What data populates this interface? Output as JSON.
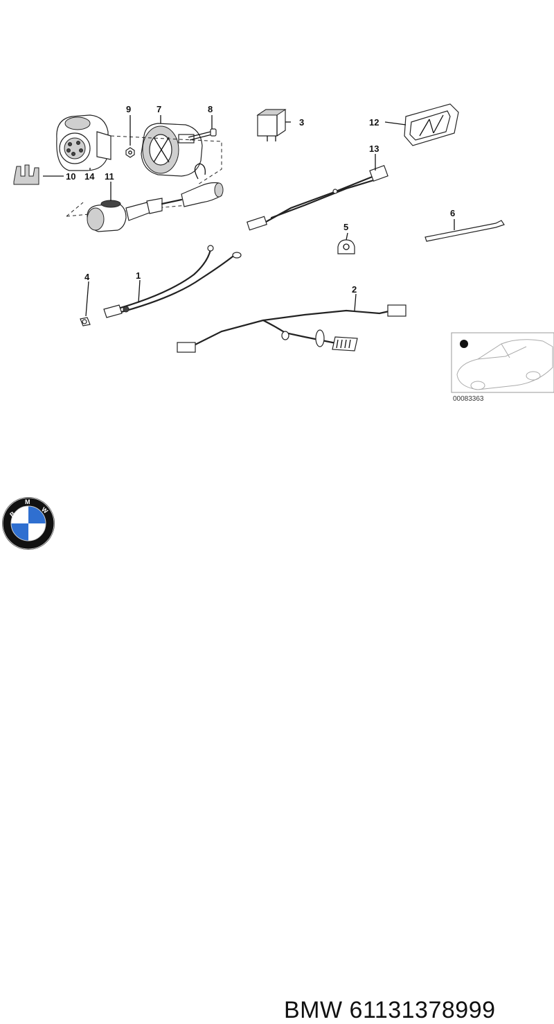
{
  "callouts": {
    "c1": "1",
    "c2": "2",
    "c3": "3",
    "c4": "4",
    "c5": "5",
    "c6": "6",
    "c7": "7",
    "c8": "8",
    "c9": "9",
    "c10": "10",
    "c11": "11",
    "c12": "12",
    "c13": "13",
    "c14": "14"
  },
  "reference_code": "00083363",
  "logo": {
    "letters": "BMW",
    "colors": {
      "ring": "#111111",
      "blue": "#2f6fd0",
      "white": "#ffffff"
    }
  },
  "caption": {
    "brand": "BMW",
    "part_number": "61131378999",
    "text": "BMW 61131378999"
  }
}
